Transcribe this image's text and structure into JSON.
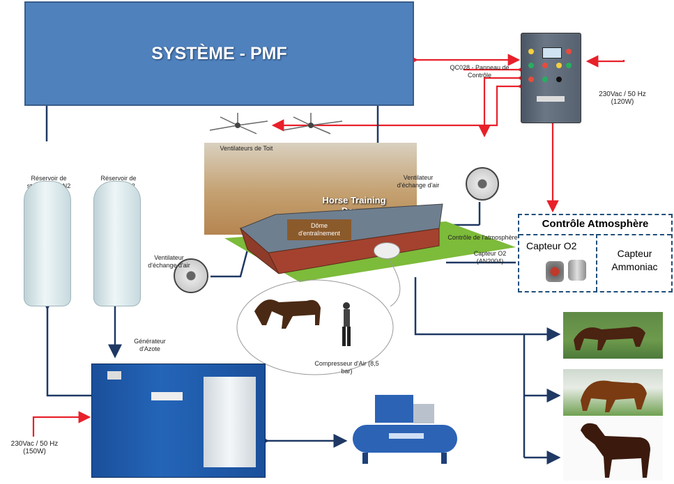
{
  "title": "SYSTÈME - PMF",
  "labels": {
    "panel": "QC028 - Panneau de Contrôle",
    "power_top": "230Vac / 50 Hz (120W)",
    "power_bottom": "230Vac / 50 Hz (150W)",
    "roof_fans": "Ventilateurs de Toit",
    "exchange_fan_top": "Ventilateur d'échange d'air",
    "exchange_fan_left": "Ventilateur d'échange d'air",
    "tank_storage": "Réservoir de stockage de N2 (2000 lit)",
    "tank_system": "Réservoir de système N2 (2000 lit)",
    "dome": "Dôme d'entraînement",
    "dome_sign": "Horse Training Dome",
    "atmo_control": "Contrôle de l'atmosphère",
    "o2_sensor_label": "Capteur O2 (AN2004)",
    "generator": "Générateur d'Azote",
    "compressor": "Compresseur d'Air (8,5 bar)"
  },
  "atmosphere_box": {
    "title": "Contrôle Atmosphère",
    "sensor_o2": "Capteur O2",
    "sensor_ammonia": "Capteur Ammoniac"
  },
  "colors": {
    "title_fill": "#4f81bd",
    "power_arrow": "#e8202a",
    "data_line": "#1f3864",
    "dome_label": "#8b5a2b"
  }
}
